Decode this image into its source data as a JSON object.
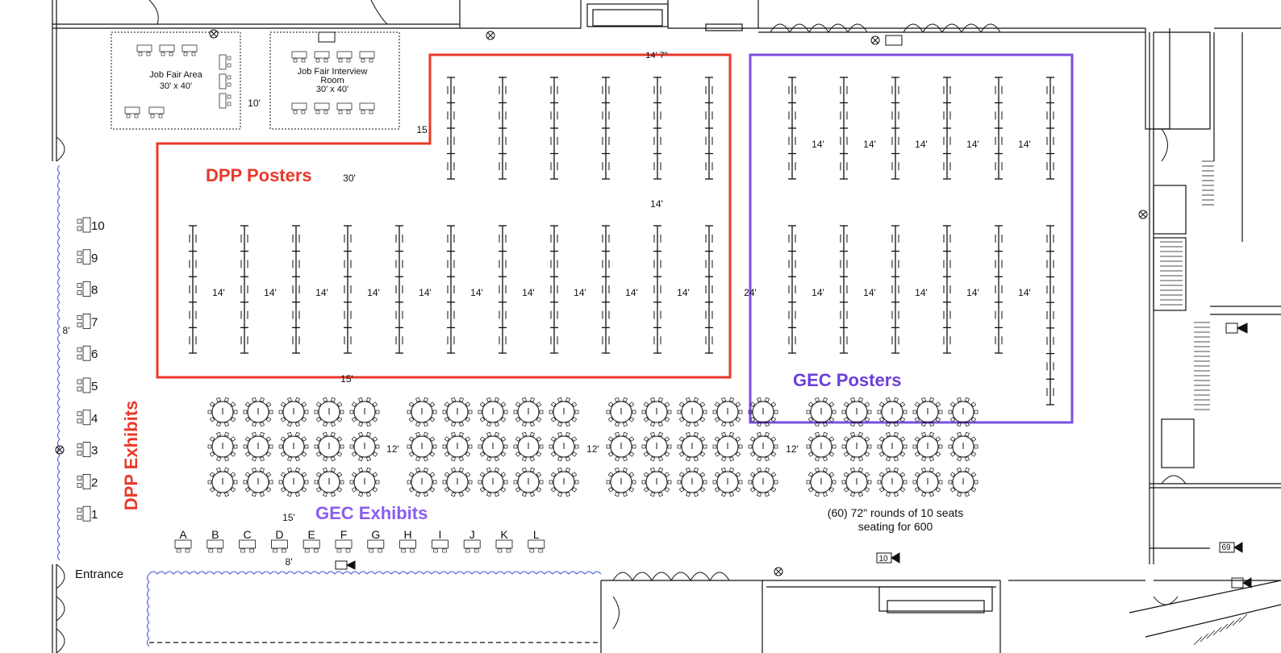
{
  "zones": {
    "dpp_posters": {
      "label": "DPP Posters",
      "color": "#e8392a"
    },
    "gec_posters": {
      "label": "GEC Posters",
      "color": "#7b4fe0"
    },
    "dpp_exhibits": {
      "label": "DPP Exhibits",
      "color": "#e8392a"
    },
    "gec_exhibits": {
      "label": "GEC Exhibits",
      "color": "#8a5cf0"
    }
  },
  "rooms": {
    "job_fair_area": {
      "name": "Job Fair Area",
      "size": "30' x 40'"
    },
    "job_fair_interview": {
      "name_line1": "Job Fair Interview",
      "name_line2": "Room",
      "size": "30' x 40'"
    }
  },
  "entrance": {
    "label": "Entrance"
  },
  "seating": {
    "line1": "(60) 72\" rounds of 10 seats",
    "line2": "seating for 600"
  },
  "dpp_booths": [
    "10",
    "9",
    "8",
    "7",
    "6",
    "5",
    "4",
    "3",
    "2",
    "1"
  ],
  "gec_booths": [
    "A",
    "B",
    "C",
    "D",
    "E",
    "F",
    "G",
    "H",
    "I",
    "J",
    "K",
    "L"
  ],
  "dimensions": {
    "aisle": "14'",
    "row_gap": "12'",
    "gap_10": "10'",
    "gap_15": "15'",
    "gap_15b": "15",
    "gap_30": "30'",
    "gap_24": "24'",
    "gap_8": "8'",
    "gap_14_7": "14' 7\"",
    "camera_10": "10",
    "camera_69": "69"
  },
  "colors": {
    "line": "#111111",
    "wave": "#5b6fd6"
  }
}
